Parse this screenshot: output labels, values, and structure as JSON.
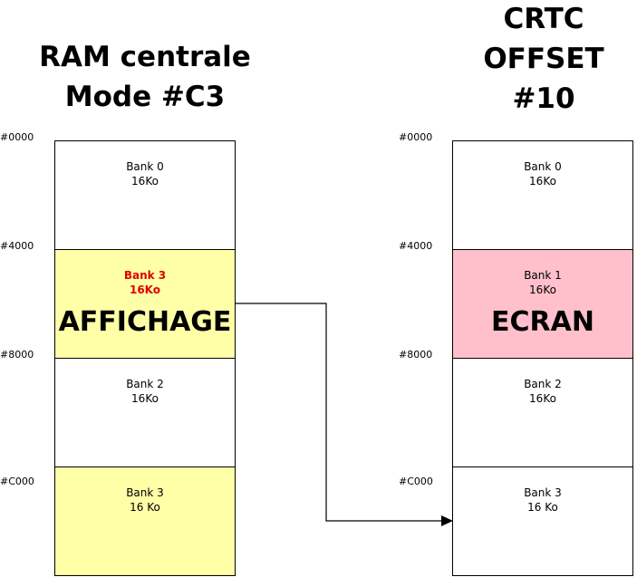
{
  "left_panel": {
    "title_line1": "RAM centrale",
    "title_line2": "Mode #C3",
    "addresses": [
      "#0000",
      "#4000",
      "#8000",
      "#C000"
    ],
    "blocks": [
      {
        "name": "Bank 0",
        "size": "16Ko",
        "highlight": "none"
      },
      {
        "name": "Bank 3",
        "size": "16Ko",
        "highlight": "yellow",
        "big_label": "AFFICHAGE"
      },
      {
        "name": "Bank 2",
        "size": "16Ko",
        "highlight": "none"
      },
      {
        "name": "Bank 3",
        "size": "16 Ko",
        "highlight": "yellow"
      }
    ]
  },
  "right_panel": {
    "title_line1": "CRTC",
    "title_line2": "OFFSET",
    "title_line3": "#10",
    "addresses": [
      "#0000",
      "#4000",
      "#8000",
      "#C000"
    ],
    "blocks": [
      {
        "name": "Bank 0",
        "size": "16Ko",
        "highlight": "none"
      },
      {
        "name": "Bank 1",
        "size": "16Ko",
        "highlight": "pink",
        "big_label": "ECRAN"
      },
      {
        "name": "Bank 2",
        "size": "16Ko",
        "highlight": "none"
      },
      {
        "name": "Bank 3",
        "size": "16 Ko",
        "highlight": "none"
      }
    ]
  },
  "colors": {
    "yellow": "#ffffa8",
    "pink": "#ffc0cc",
    "red_text": "#e00000",
    "border": "#000000"
  }
}
